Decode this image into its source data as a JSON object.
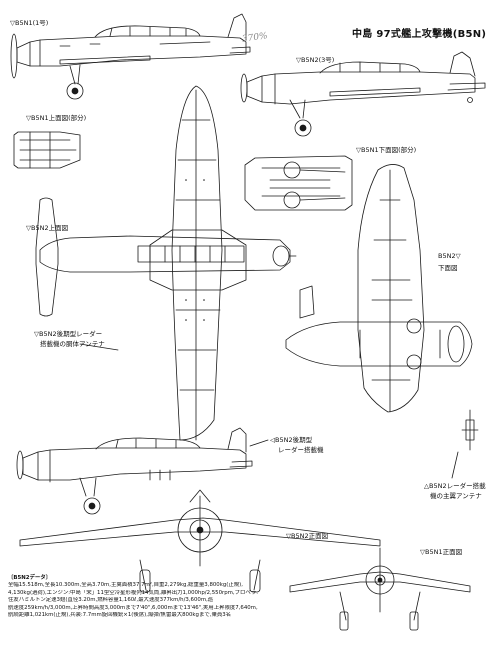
{
  "title": "中島 97式艦上攻撃機(B5N)",
  "pencil_note": "370%",
  "labels": {
    "b5n1_side": "▽B5N1(1号)",
    "b5n2_side": "▽B5N2(3号)",
    "b5n1_top_partial": "▽B5N1上面図(部分)",
    "b5n1_bottom_partial": "▽B5N1下面図(部分)",
    "b5n2_top": "▽B5N2上面図",
    "b5n2_bottom_mark": "B5N2▽",
    "b5n2_bottom": "下面図",
    "radar_late_1": "▽B5N2後期型レーダー",
    "radar_late_2": "搭載機の胴体アンテナ",
    "radar_side_1": "◁B5N2後期型",
    "radar_side_2": "レーダー搭載機",
    "wing_antenna_1": "△B5N2レーダー搭載",
    "wing_antenna_2": "機の主翼アンテナ",
    "b5n2_front": "▽B5N2正面図",
    "b5n1_front": "▽B5N1正面図"
  },
  "specs": {
    "heading": "〔B5N2データ〕",
    "lines": [
      "全幅15.518m,全長10.300m,全高3.70m,主翼面積37.7m²,自重2,279kg,総重量3,800kg(正規),",
      "4,130kg(過荷),エンジン:中島「栄」11型空冷星形複列14気筒,離昇出力1,000hp/2,550rpm,プロペラ:",
      "住友ハミルトン定速3翅(直径3.20m,燃料容量1,160ℓ,最大速度377km/h/3,600m,巡",
      "航速度259km/h/3,000m,上昇時間高度3,000mまで7'40\",6,000mまで13'46\",実用上昇限度7,640m,",
      "航続距離1,021km(正規),兵装:7.7mm旋回機銃×1(後席),爆弾/魚雷最大800kgまで,乗員3名"
    ]
  }
}
